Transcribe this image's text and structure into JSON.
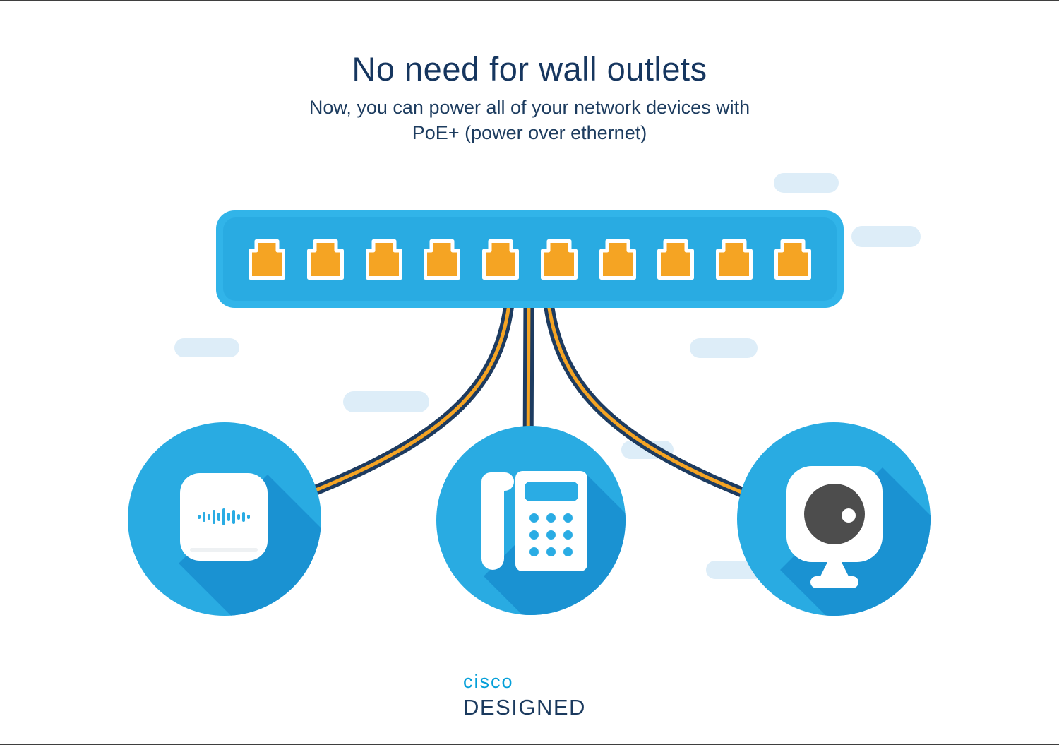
{
  "header": {
    "title": "No need for wall outlets",
    "subtitle_line1": "Now, you can power all of your network devices with",
    "subtitle_line2": "PoE+ (power over ethernet)"
  },
  "diagram": {
    "switch": {
      "name": "poe-switch",
      "port_count": 10,
      "port_icon": "ethernet-port-icon"
    },
    "cables": [
      "cable-to-access-point",
      "cable-to-phone",
      "cable-to-camera"
    ],
    "devices": [
      {
        "name": "wireless-access-point",
        "icon": "access-point-icon"
      },
      {
        "name": "ip-phone",
        "icon": "phone-icon",
        "keypad_dots": 9
      },
      {
        "name": "security-camera",
        "icon": "camera-icon"
      }
    ],
    "decor_pill_count": 7
  },
  "footer": {
    "brand": "cisco",
    "wordmark": "DESIGNED"
  },
  "colors": {
    "title_navy": "#16365f",
    "device_blue": "#29abe2",
    "shadow_blue": "#1a92d2",
    "port_orange": "#f5a423",
    "cable_navy": "#1d3b60",
    "cable_stripe_orange": "#f5a423",
    "pill_light_blue": "#ddedf8",
    "cisco_teal": "#049fd9"
  }
}
